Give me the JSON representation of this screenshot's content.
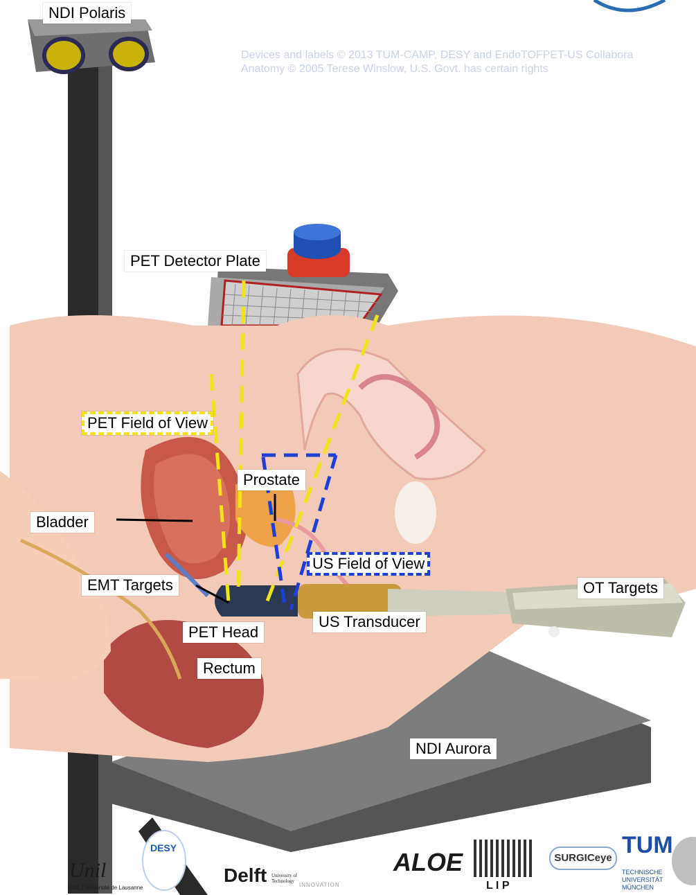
{
  "labels": {
    "ndi_polaris": "NDI Polaris",
    "pet_detector_plate": "PET Detector Plate",
    "pet_field_of_view": "PET Field of View",
    "prostate": "Prostate",
    "bladder": "Bladder",
    "us_field_of_view": "US Field of View",
    "emt_targets": "EMT Targets",
    "ot_targets": "OT Targets",
    "us_transducer": "US Transducer",
    "pet_head": "PET Head",
    "rectum": "Rectum",
    "ndi_aurora": "NDI Aurora"
  },
  "copyright": {
    "line1": "Devices and labels © 2013 TUM-CAMP, DESY and EndoTOFPET-US Collabora",
    "line2": "Anatomy © 2005 Terese Winslow, U.S. Govt. has certain rights"
  },
  "logos": {
    "unil": "Unil",
    "unil_sub": "UNIL | Université de Lausanne",
    "desy": "DESY",
    "delft": "Delft",
    "delft_sub": "University of Technology",
    "innovation": "INNOVATION",
    "aloe": "ALOE",
    "lip": "L I P",
    "surgiceye": "SURGICeye",
    "tum": "TUM",
    "tum_sub1": "TECHNISCHE",
    "tum_sub2": "UNIVERSITÄT",
    "tum_sub3": "MÜNCHEN"
  },
  "colors": {
    "pet_fov": "#f2e21a",
    "us_fov": "#1c3fd6",
    "device_gray": "#4a4a4a",
    "tissue_pink": "#f3c9b8"
  }
}
